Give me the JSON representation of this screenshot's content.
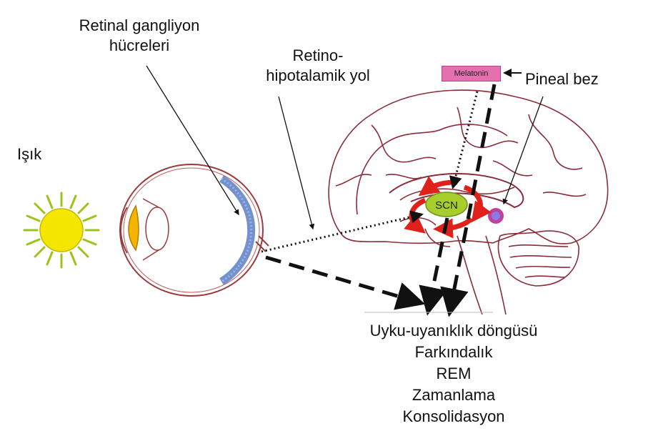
{
  "labels": {
    "retinal_ganglion": [
      "Retinal gangliyon",
      "hücreleri"
    ],
    "retinohypothalamic": [
      "Retino-",
      "hipotalamik yol"
    ],
    "light": "Işık",
    "pineal": "Pineal bez",
    "melatonin": "Melatonin",
    "scn": "SCN"
  },
  "outcomes": [
    "Uyku-uyanıklık döngüsü",
    "Farkındalık",
    "REM",
    "Zamanlama",
    "Konsolidasyon"
  ],
  "colors": {
    "sun_fill": "#f3e600",
    "sun_rays": "#9bc31c",
    "eye_outline": "#9b3a3a",
    "retina": "#5b7fc4",
    "lens": "#f5b400",
    "brain_outline": "#8a2c3a",
    "scn_fill": "#a6cf2e",
    "cycle_arrows": "#e0201b",
    "pineal": "#c040a0",
    "melatonin_box": "#e66fb0",
    "pathway": "#111111"
  },
  "icons": [
    "sun-icon",
    "eye-icon",
    "brain-icon",
    "circular-arrow-icon"
  ]
}
